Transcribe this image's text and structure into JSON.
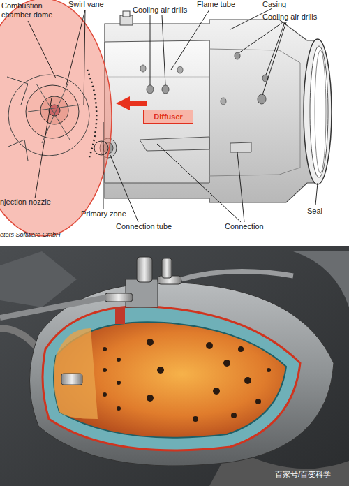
{
  "diagram": {
    "nodes": [
      {
        "text": [
          "Diffuser"
        ]
      }
    ],
    "labels": [
      "Combustion chamber dome",
      "Swirl vane",
      "Cooling air drills",
      "Flame tube",
      "Casing",
      "Cooling air drills",
      "njection nozzle",
      "Primary zone",
      "Connection tube",
      "Connection",
      "Seal",
      "eters Software GmbH",
      "百家号/百变科学"
    ]
  }
}
